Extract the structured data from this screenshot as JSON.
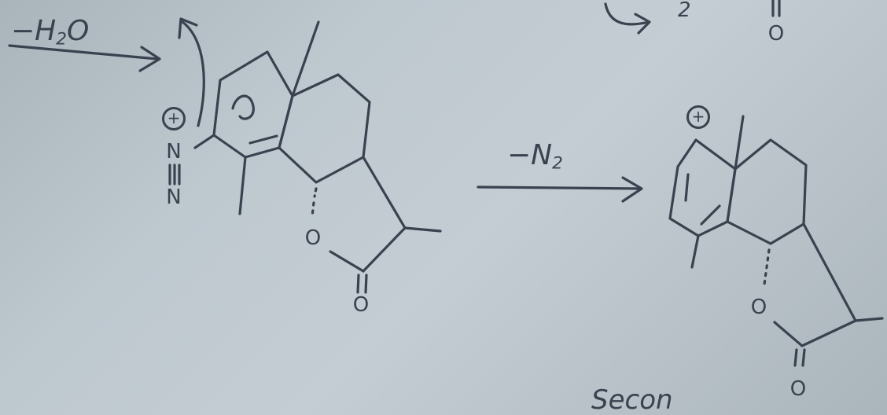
{
  "step_one": {
    "reagent_label": "−H",
    "reagent_sub": "2",
    "reagent_tail": "O"
  },
  "step_two": {
    "reagent_label": "−N",
    "reagent_sub": "2"
  },
  "top_fragment": {
    "sub": "2",
    "carbonyl_o": "O"
  },
  "molecule_left": {
    "charge": "+",
    "nitrogen_1": "N",
    "nitrogen_2": "N",
    "ring_oxygen": "O",
    "carbonyl_oxygen": "O"
  },
  "molecule_right": {
    "charge": "+",
    "ring_oxygen": "O",
    "carbonyl_oxygen": "O"
  },
  "footer_text": "Secon",
  "colors": {
    "ink": "#3a4250",
    "board": "#bec8cf"
  }
}
